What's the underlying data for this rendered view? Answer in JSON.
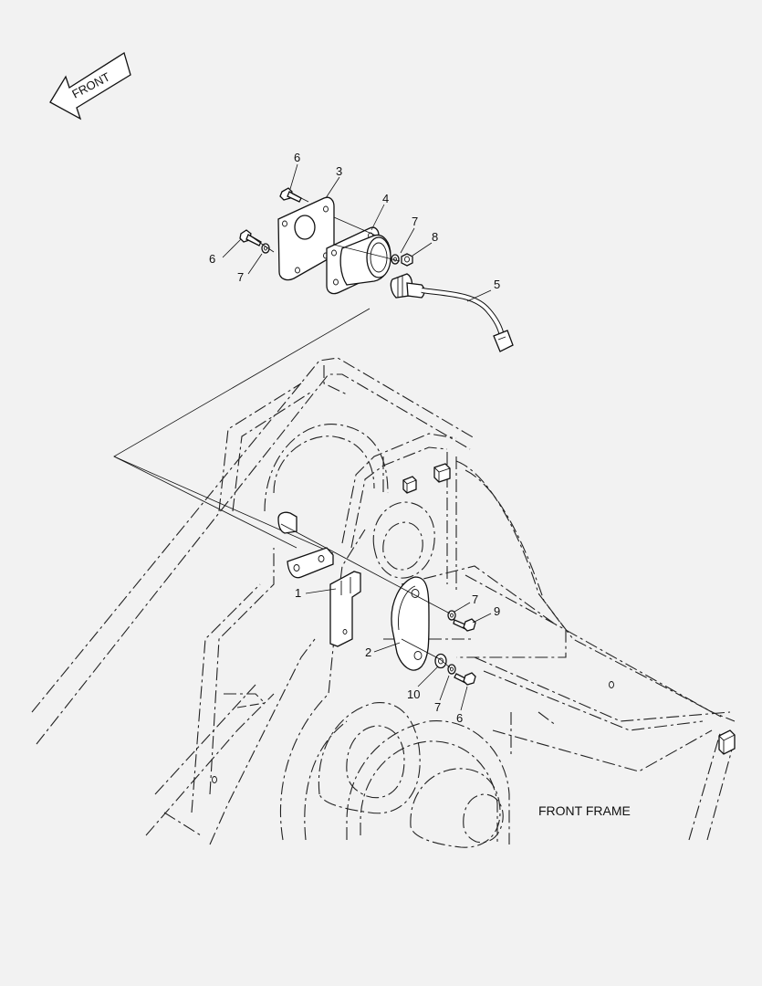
{
  "front_arrow": {
    "label": "FRONT"
  },
  "caption": "FRONT FRAME",
  "callouts": [
    {
      "id": "c6a",
      "text": "6"
    },
    {
      "id": "c3",
      "text": "3"
    },
    {
      "id": "c4",
      "text": "4"
    },
    {
      "id": "c7a",
      "text": "7"
    },
    {
      "id": "c8",
      "text": "8"
    },
    {
      "id": "c6b",
      "text": "6"
    },
    {
      "id": "c7b",
      "text": "7"
    },
    {
      "id": "c5",
      "text": "5"
    },
    {
      "id": "c1",
      "text": "1"
    },
    {
      "id": "c7c",
      "text": "7"
    },
    {
      "id": "c9",
      "text": "9"
    },
    {
      "id": "c2",
      "text": "2"
    },
    {
      "id": "c10",
      "text": "10"
    },
    {
      "id": "c7d",
      "text": "7"
    },
    {
      "id": "c6c",
      "text": "6"
    }
  ]
}
